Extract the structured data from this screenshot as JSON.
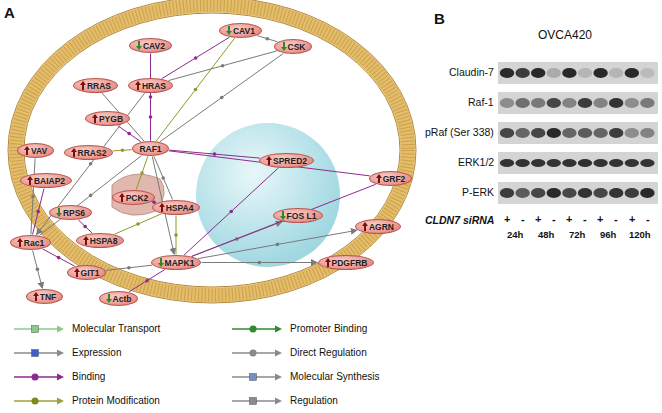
{
  "diagram": {
    "nodes": [
      {
        "text": [
          "CAV2"
        ]
      },
      {
        "text": [
          "CAV1"
        ]
      },
      {
        "text": [
          "CSK"
        ]
      },
      {
        "text": [
          "RRAS"
        ]
      },
      {
        "text": [
          "HRAS"
        ]
      },
      {
        "text": [
          "PYGB"
        ]
      },
      {
        "text": [
          "RAF1"
        ]
      },
      {
        "text": [
          "VAV"
        ]
      },
      {
        "text": [
          "RRAS2"
        ]
      },
      {
        "text": [
          "BAIAP2"
        ]
      },
      {
        "text": [
          "Rac1"
        ]
      },
      {
        "text": [
          "RPS6"
        ]
      },
      {
        "text": [
          "PCK2"
        ]
      },
      {
        "text": [
          "HSPA8"
        ]
      },
      {
        "text": [
          "HSPA4"
        ]
      },
      {
        "text": [
          "MAPK1"
        ]
      },
      {
        "text": [
          "SPRED2"
        ]
      },
      {
        "text": [
          "FOS L1"
        ]
      },
      {
        "text": [
          "GRF2"
        ]
      },
      {
        "text": [
          "AGRN"
        ]
      },
      {
        "text": [
          "GIT1"
        ]
      },
      {
        "text": [
          "TNF"
        ]
      },
      {
        "text": [
          "Actb"
        ]
      },
      {
        "text": [
          "PDGFRB"
        ]
      }
    ],
    "edges": [
      {
        "from": 6,
        "to": 4,
        "arrow": "none"
      },
      {
        "from": 6,
        "to": 3,
        "arrow": "none"
      },
      {
        "from": 6,
        "to": 1,
        "arrow": "none"
      },
      {
        "from": 6,
        "to": 0,
        "arrow": "none"
      },
      {
        "from": 6,
        "to": 5,
        "arrow": "none"
      },
      {
        "from": 6,
        "to": 14,
        "arrow": "none"
      },
      {
        "from": 6,
        "to": 12,
        "arrow": "none"
      },
      {
        "from": 6,
        "to": 15,
        "arrow": "to"
      },
      {
        "from": 6,
        "to": 16,
        "arrow": "none"
      },
      {
        "from": 6,
        "to": 10,
        "arrow": "none"
      },
      {
        "from": 6,
        "to": 8,
        "arrow": "none"
      },
      {
        "from": 6,
        "to": 18,
        "arrow": "none"
      },
      {
        "from": 4,
        "to": 1,
        "arrow": "none"
      },
      {
        "from": 4,
        "to": 2,
        "arrow": "none"
      },
      {
        "from": 4,
        "to": 10,
        "arrow": "to"
      },
      {
        "from": 15,
        "to": 17,
        "arrow": "to"
      },
      {
        "from": 15,
        "to": 16,
        "arrow": "none"
      },
      {
        "from": 15,
        "to": 20,
        "arrow": "none"
      },
      {
        "from": 15,
        "to": 19,
        "arrow": "to"
      },
      {
        "from": 15,
        "to": 18,
        "arrow": "none"
      },
      {
        "from": 15,
        "to": 23,
        "arrow": "to"
      },
      {
        "from": 10,
        "to": 7,
        "arrow": "none"
      },
      {
        "from": 10,
        "to": 21,
        "arrow": "to"
      },
      {
        "from": 10,
        "to": 20,
        "arrow": "none"
      },
      {
        "from": 10,
        "to": 9,
        "arrow": "none"
      },
      {
        "from": 1,
        "to": 2,
        "arrow": "none"
      },
      {
        "from": 13,
        "to": 14,
        "arrow": "none"
      },
      {
        "from": 13,
        "to": 11,
        "arrow": "none"
      },
      {
        "from": 12,
        "to": 14,
        "arrow": "none"
      },
      {
        "from": 6,
        "to": 2,
        "arrow": "none"
      },
      {
        "from": 14,
        "to": 15,
        "arrow": "none"
      },
      {
        "from": 15,
        "to": 22,
        "arrow": "none"
      }
    ],
    "labels": [
      "A",
      "B",
      "OVCA420",
      "Claudin-7",
      "Raf-1",
      "pRaf (Ser 338)",
      "ERK1/2",
      "P-ERK",
      "CLDN7 siRNA",
      "+",
      "-",
      "+",
      "-",
      "+",
      "-",
      "+",
      "-",
      "+",
      "-",
      "24h",
      "48h",
      "72h",
      "96h",
      "120h"
    ],
    "legend": [
      {
        "text": "Molecular Transport"
      },
      {
        "text": "Expression"
      },
      {
        "text": "Binding"
      },
      {
        "text": "Protein Modification"
      },
      {
        "text": "Promoter Binding"
      },
      {
        "text": "Direct Regulation"
      },
      {
        "text": "Molecular Synthesis"
      },
      {
        "text": "Regulation"
      }
    ]
  }
}
